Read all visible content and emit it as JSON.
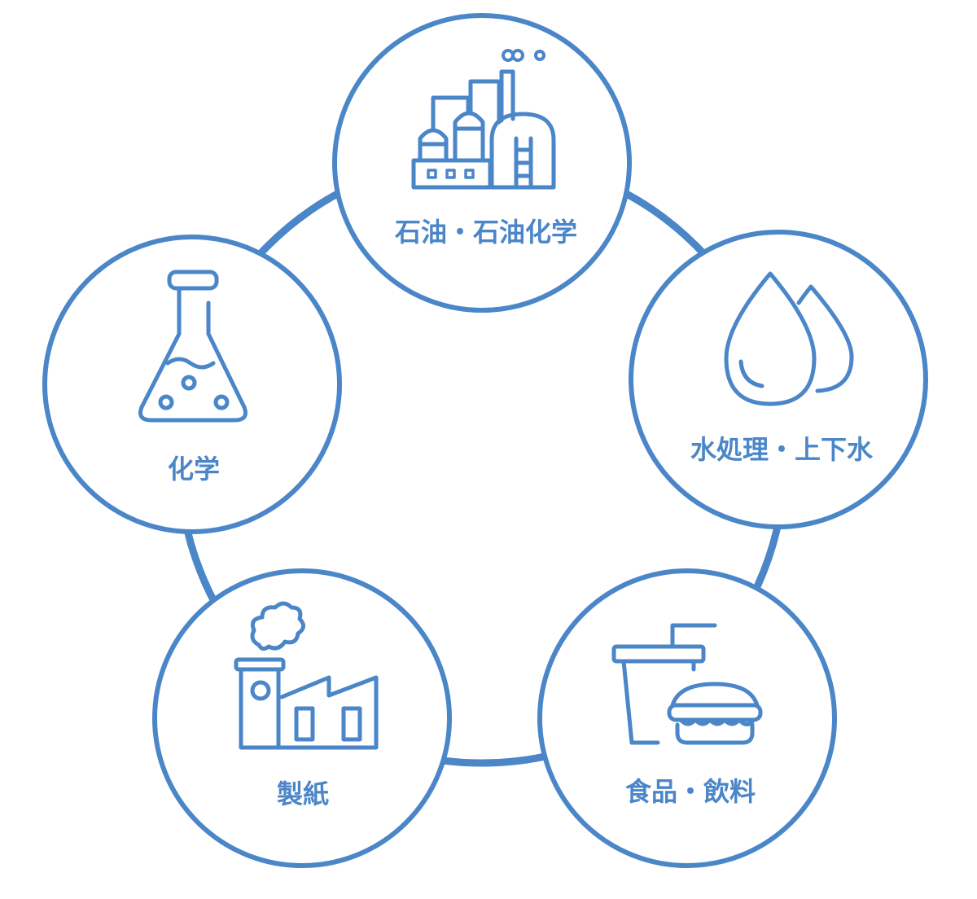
{
  "colors": {
    "accent": "#4a86c8",
    "background": "#ffffff"
  },
  "nodes": [
    {
      "id": "petro",
      "label": "石油・石油化学",
      "icon": "refinery-icon"
    },
    {
      "id": "water",
      "label": "水処理・上下水",
      "icon": "water-drops-icon"
    },
    {
      "id": "food",
      "label": "食品・飲料",
      "icon": "drink-burger-icon"
    },
    {
      "id": "paper",
      "label": "製紙",
      "icon": "paper-factory-icon"
    },
    {
      "id": "chem",
      "label": "化学",
      "icon": "flask-icon"
    }
  ]
}
